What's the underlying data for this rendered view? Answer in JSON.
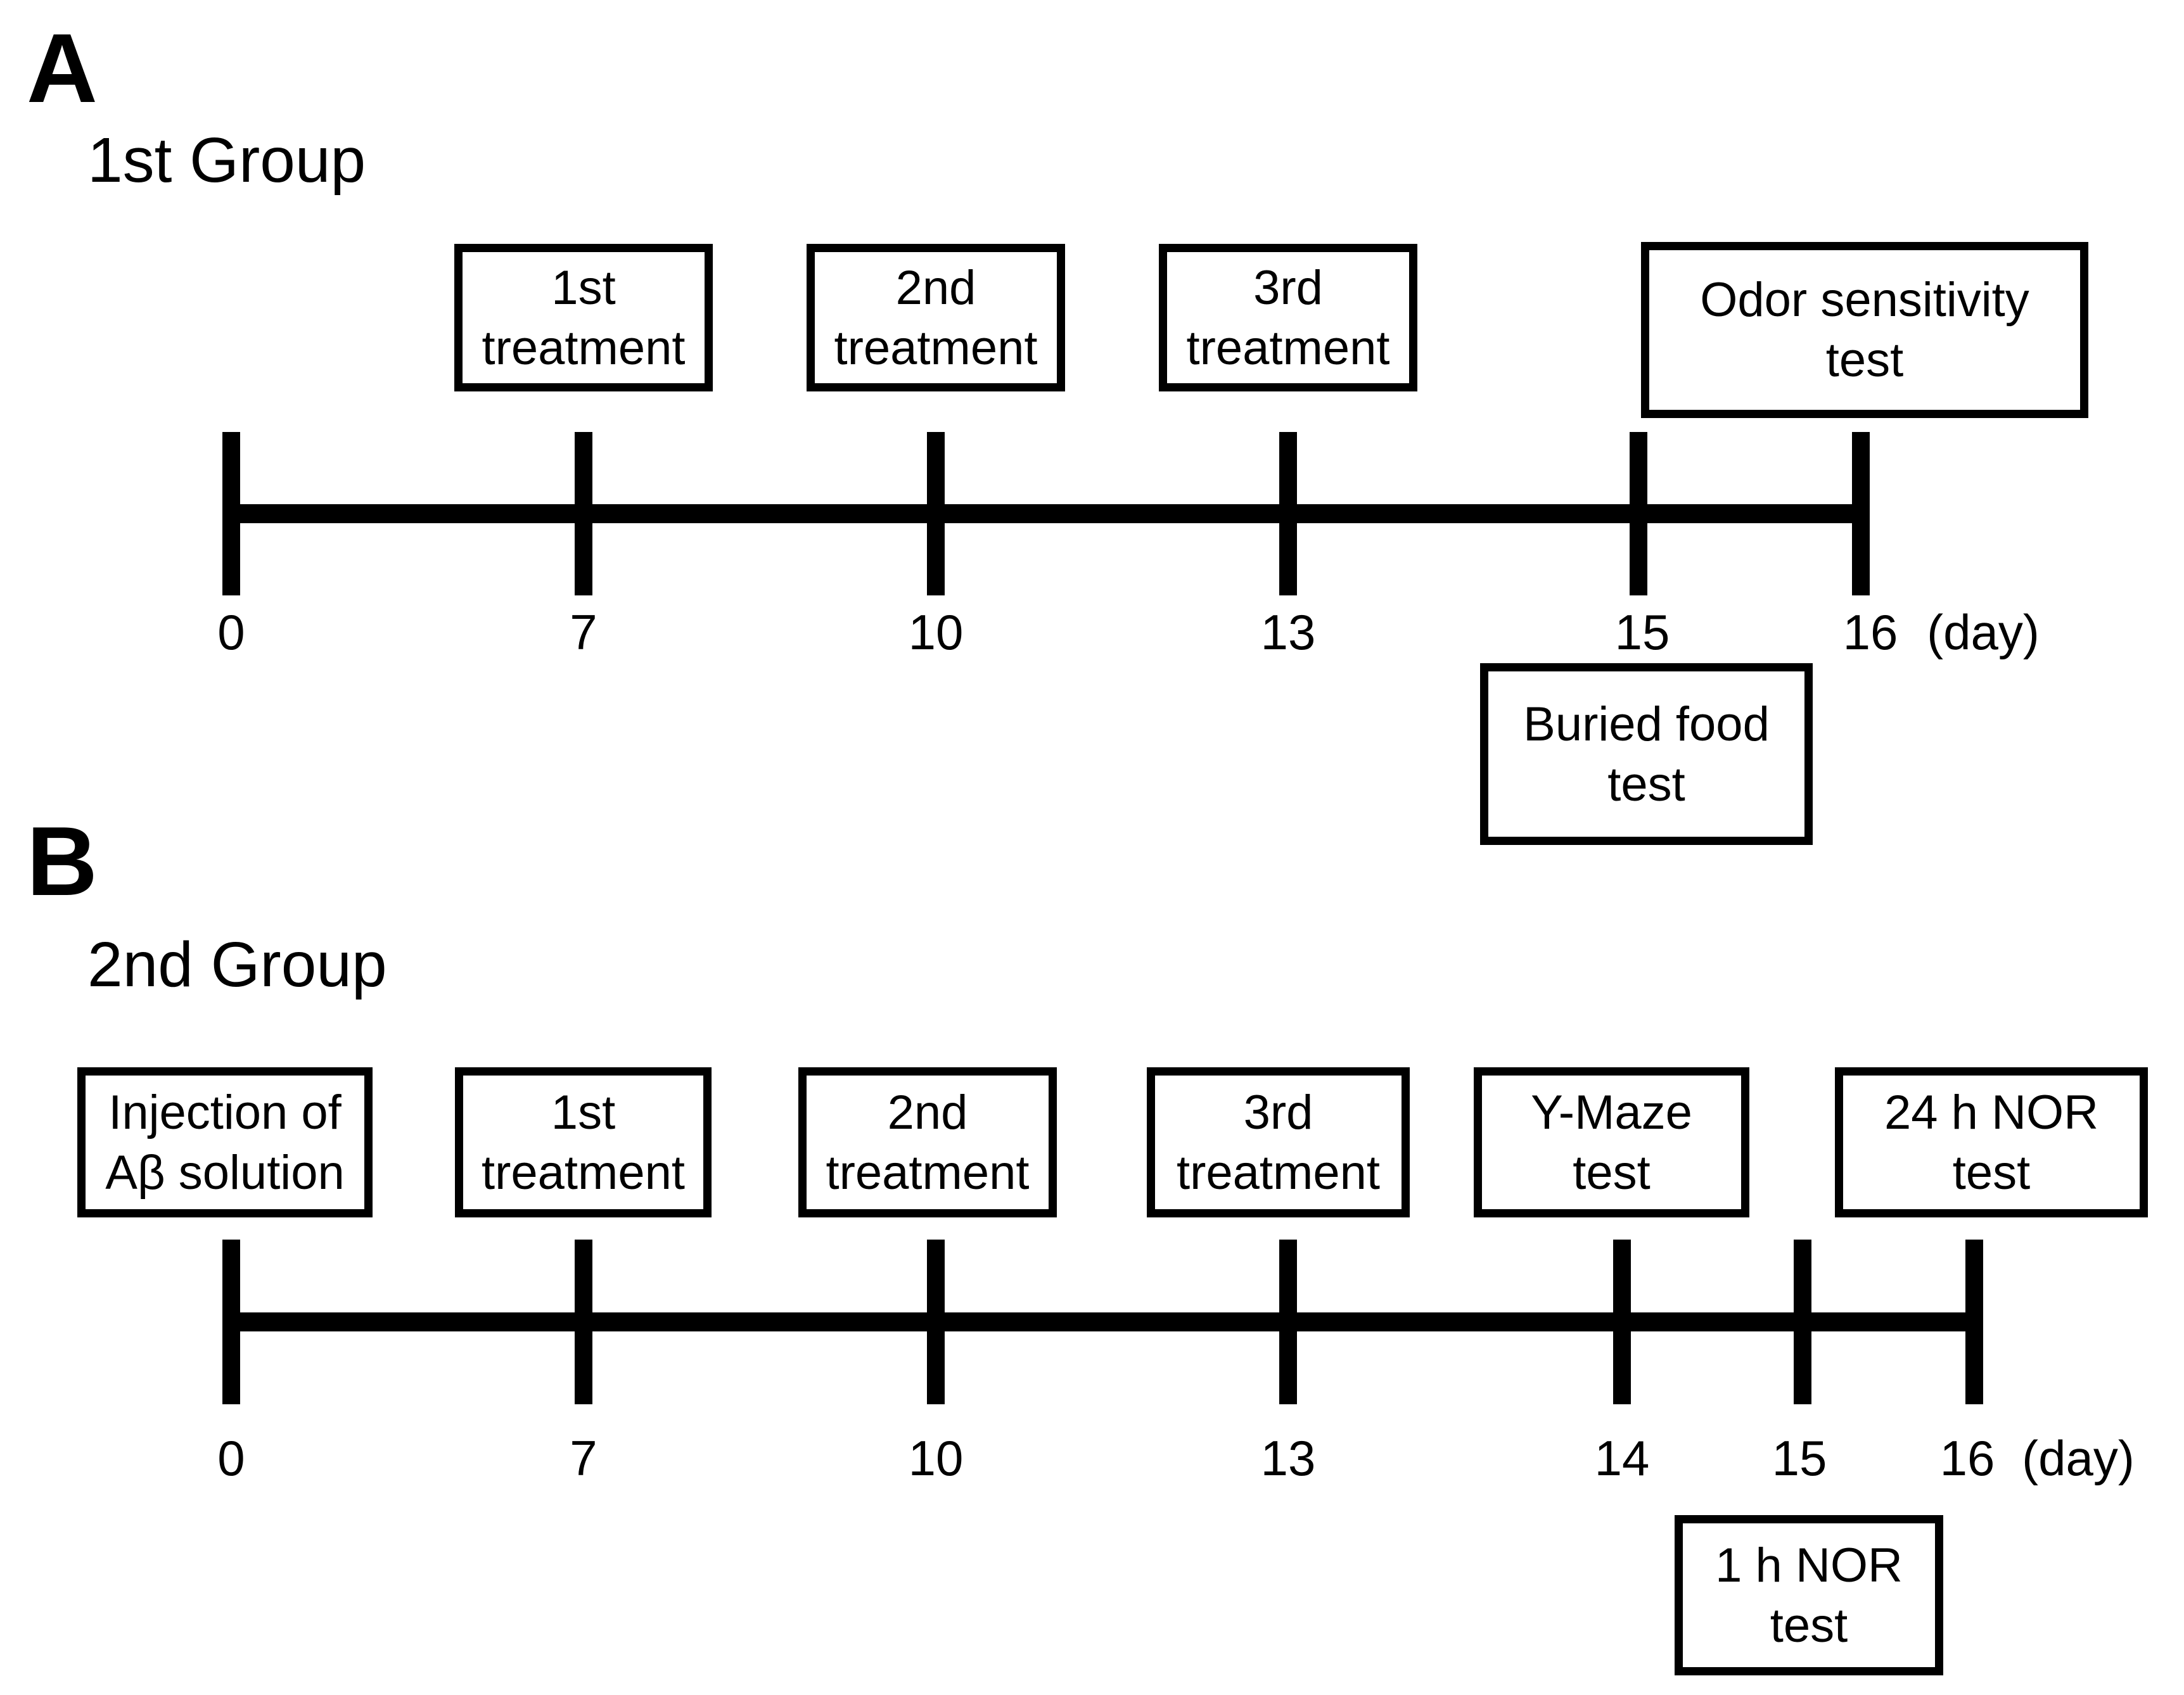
{
  "colors": {
    "ink": "#000000",
    "background": "#ffffff"
  },
  "panel_a": {
    "letter": "A",
    "title": "1st Group",
    "events_above": {
      "t1": "1st\ntreatment",
      "t2": "2nd\ntreatment",
      "t3": "3rd\ntreatment",
      "odor": "Odor sensitivity\ntest"
    },
    "event_below": "Buried food\ntest",
    "ticks": [
      "0",
      "7",
      "10",
      "13",
      "15",
      "16"
    ],
    "axis_unit": "(day)"
  },
  "panel_b": {
    "letter": "B",
    "title": "2nd Group",
    "events_above": {
      "injection": "Injection of\nAβ solution",
      "t1": "1st\ntreatment",
      "t2": "2nd\ntreatment",
      "t3": "3rd\ntreatment",
      "ymaze": "Y-Maze\ntest",
      "nor24": "24 h NOR\ntest"
    },
    "event_below": "1 h NOR\ntest",
    "ticks": [
      "0",
      "7",
      "10",
      "13",
      "14",
      "15",
      "16"
    ],
    "axis_unit": "(day)"
  }
}
